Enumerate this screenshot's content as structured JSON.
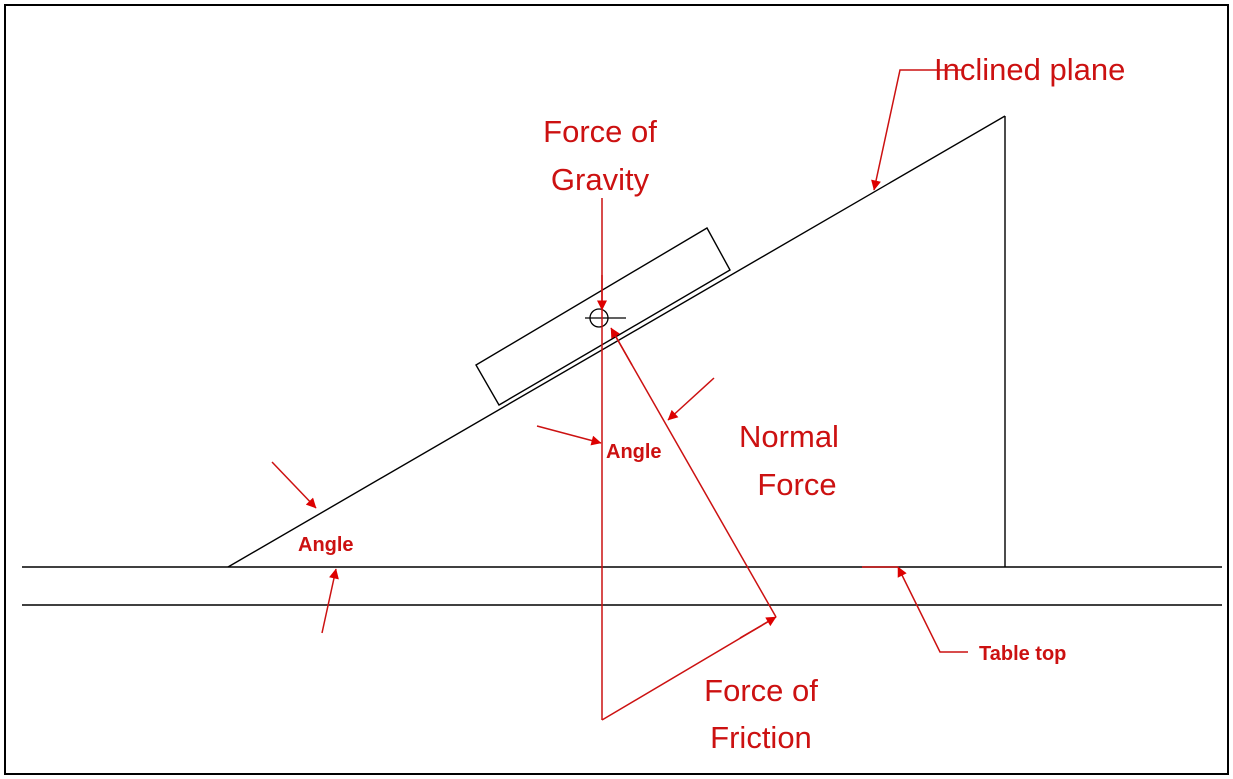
{
  "labels": {
    "inclined_plane": "Inclined plane",
    "gravity_line1": "Force of",
    "gravity_line2": "Gravity",
    "normal_line1": "Normal",
    "normal_line2": "Force",
    "friction_line1": "Force of",
    "friction_line2": "Friction",
    "table_top": "Table top",
    "angle_incline": "Angle",
    "angle_vertical": "Angle"
  },
  "colors": {
    "structure": "#000000",
    "annotation": "#cc1111",
    "background": "#ffffff"
  }
}
